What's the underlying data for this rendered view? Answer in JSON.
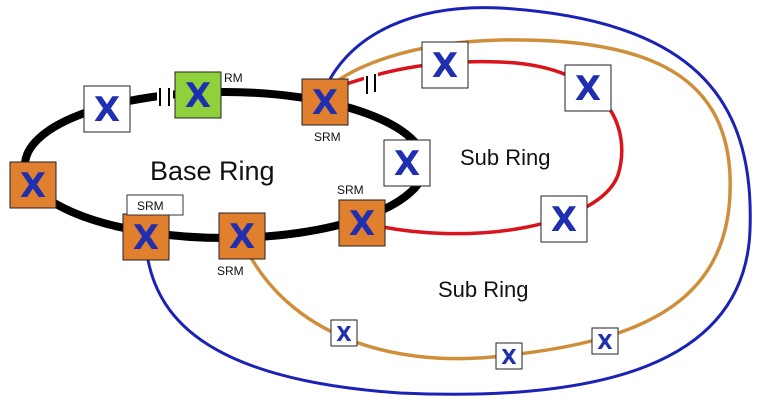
{
  "labels": {
    "base_ring": "Base Ring",
    "sub_ring_inner": "Sub Ring",
    "sub_ring_outer": "Sub Ring",
    "rm": "RM",
    "srm_top": "SRM",
    "srm_left": "SRM",
    "srm_mid": "SRM",
    "srm_right": "SRM"
  },
  "node_glyph": "X",
  "colors": {
    "base_ring": "#000000",
    "red_ring": "#d9141c",
    "orange_ring": "#cf8f3a",
    "blue_ring": "#1b22b5",
    "node_white": "#ffffff",
    "node_orange": "#e07f2e",
    "node_green": "#8fd13a",
    "glyph": "#1f2fb0"
  }
}
